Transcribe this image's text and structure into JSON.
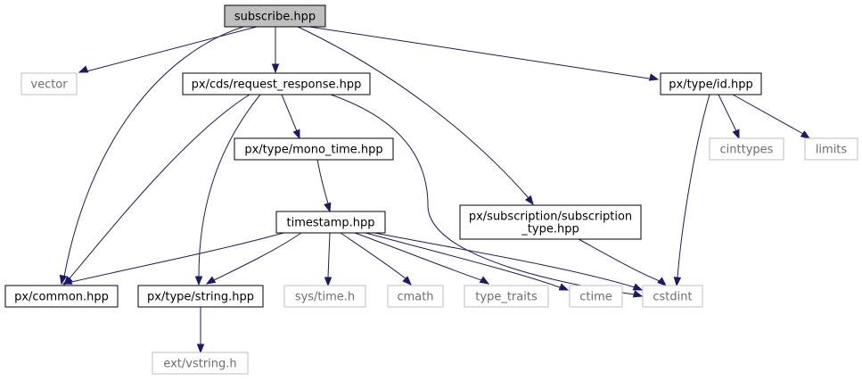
{
  "graph": {
    "nodes": {
      "subscribe": {
        "label": "subscribe.hpp",
        "kind": "current"
      },
      "vector": {
        "label": "vector",
        "kind": "external"
      },
      "request_response": {
        "label": "px/cds/request_response.hpp",
        "kind": "internal"
      },
      "type_id": {
        "label": "px/type/id.hpp",
        "kind": "internal"
      },
      "mono_time": {
        "label": "px/type/mono_time.hpp",
        "kind": "internal"
      },
      "cinttypes": {
        "label": "cinttypes",
        "kind": "external"
      },
      "limits": {
        "label": "limits",
        "kind": "external"
      },
      "timestamp": {
        "label": "timestamp.hpp",
        "kind": "internal"
      },
      "subscription_type": {
        "label": "px/subscription/subscription",
        "label2": "_type.hpp",
        "kind": "internal"
      },
      "common": {
        "label": "px/common.hpp",
        "kind": "internal"
      },
      "string": {
        "label": "px/type/string.hpp",
        "kind": "internal"
      },
      "sys_time": {
        "label": "sys/time.h",
        "kind": "external"
      },
      "cmath": {
        "label": "cmath",
        "kind": "external"
      },
      "type_traits": {
        "label": "type_traits",
        "kind": "external"
      },
      "ctime": {
        "label": "ctime",
        "kind": "external"
      },
      "cstdint": {
        "label": "cstdint",
        "kind": "external"
      },
      "vstring": {
        "label": "ext/vstring.h",
        "kind": "external"
      }
    },
    "edges": [
      [
        "subscribe",
        "vector"
      ],
      [
        "subscribe",
        "request_response"
      ],
      [
        "subscribe",
        "type_id"
      ],
      [
        "subscribe",
        "common"
      ],
      [
        "subscribe",
        "subscription_type"
      ],
      [
        "request_response",
        "mono_time"
      ],
      [
        "request_response",
        "common"
      ],
      [
        "request_response",
        "string"
      ],
      [
        "request_response",
        "cstdint"
      ],
      [
        "type_id",
        "cinttypes"
      ],
      [
        "type_id",
        "limits"
      ],
      [
        "type_id",
        "cstdint"
      ],
      [
        "mono_time",
        "timestamp"
      ],
      [
        "timestamp",
        "common"
      ],
      [
        "timestamp",
        "string"
      ],
      [
        "timestamp",
        "sys_time"
      ],
      [
        "timestamp",
        "cmath"
      ],
      [
        "timestamp",
        "type_traits"
      ],
      [
        "timestamp",
        "ctime"
      ],
      [
        "timestamp",
        "cstdint"
      ],
      [
        "subscription_type",
        "cstdint"
      ],
      [
        "string",
        "vstring"
      ]
    ]
  }
}
